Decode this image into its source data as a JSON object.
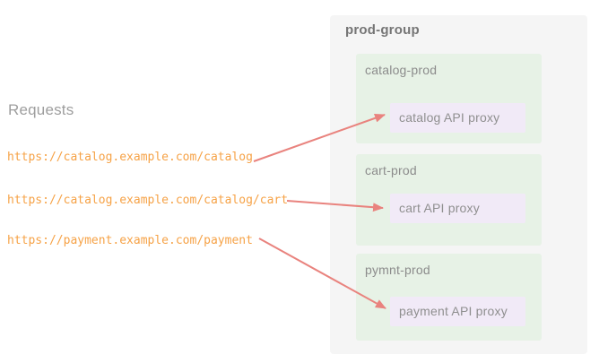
{
  "left": {
    "heading": "Requests",
    "urls": [
      "https://catalog.example.com/catalog",
      "https://catalog.example.com/catalog/cart",
      "https://payment.example.com/payment"
    ]
  },
  "group": {
    "title": "prod-group",
    "environments": [
      {
        "name": "catalog-prod",
        "proxy": "catalog API proxy"
      },
      {
        "name": "cart-prod",
        "proxy": "cart API proxy"
      },
      {
        "name": "pymnt-prod",
        "proxy": "payment API proxy"
      }
    ]
  },
  "colors": {
    "url_text": "#f6a246",
    "arrow": "#e9837e",
    "group_bg": "#f5f5f5",
    "env_bg": "#e7f2e6",
    "proxy_bg": "#f1eaf7",
    "heading_text": "#9e9e9e",
    "group_title_text": "#757575",
    "env_label_text": "#8c8c8c",
    "proxy_label_text": "#8f8f8f"
  }
}
